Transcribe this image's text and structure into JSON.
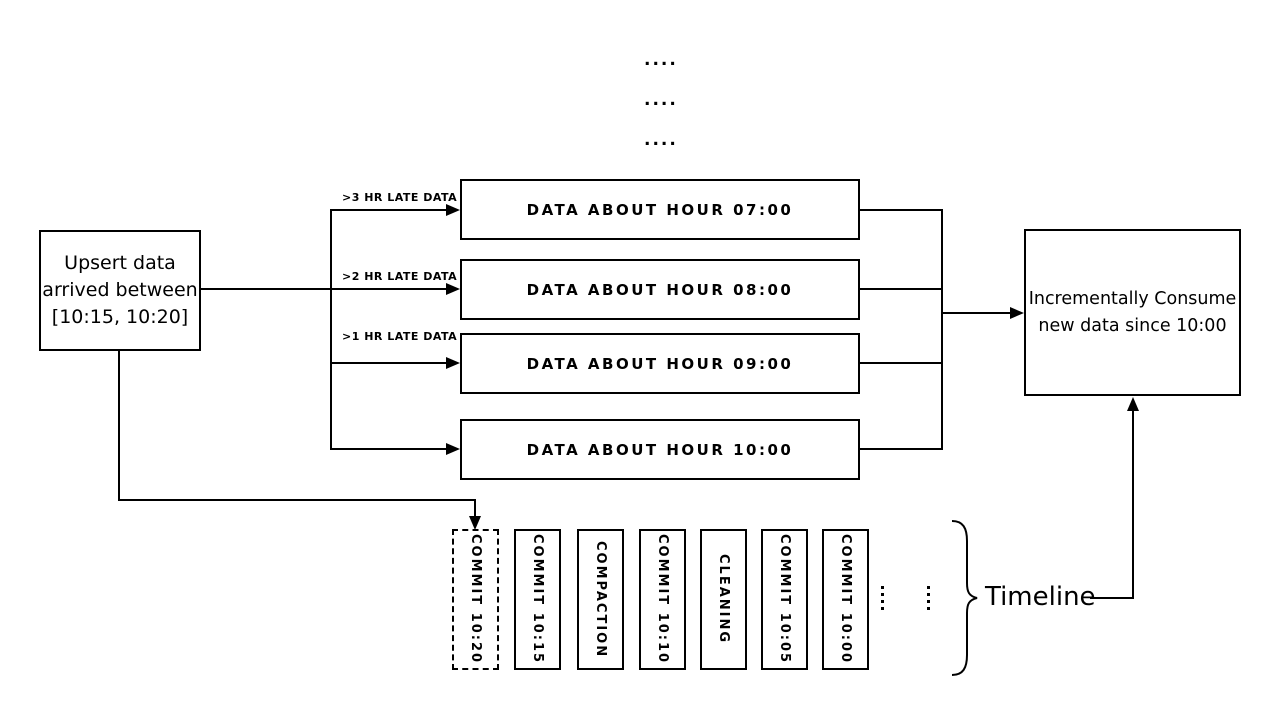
{
  "diagram": {
    "colors": {
      "ink": "#000000",
      "background": "#ffffff"
    },
    "top_ellipsis": [
      "....",
      "....",
      "...."
    ],
    "upsert_box": {
      "lines": [
        "Upsert data",
        "arrived between",
        "[10:15, 10:20]"
      ]
    },
    "late_labels": [
      ">3 HR LATE DATA",
      ">2 HR LATE DATA",
      ">1 HR LATE DATA"
    ],
    "hour_boxes": [
      "DATA ABOUT HOUR 07:00",
      "DATA ABOUT HOUR 08:00",
      "DATA ABOUT HOUR 09:00",
      "DATA ABOUT HOUR 10:00"
    ],
    "consume_box": {
      "lines": [
        "Incrementally Consume",
        "new data since 10:00"
      ]
    },
    "timeline": {
      "items": [
        {
          "label": "COMMIT 10:20",
          "style": "dashed"
        },
        {
          "label": "COMMIT 10:15",
          "style": "solid"
        },
        {
          "label": "COMPACTION",
          "style": "solid"
        },
        {
          "label": "COMMIT 10:10",
          "style": "solid"
        },
        {
          "label": "CLEANING",
          "style": "solid"
        },
        {
          "label": "COMMIT 10:05",
          "style": "solid"
        },
        {
          "label": "COMMIT 10:00",
          "style": "solid"
        }
      ],
      "ellipsis_icons": [
        "vertical-ellipsis",
        "vertical-ellipsis"
      ],
      "brace_label": "Timeline"
    }
  }
}
